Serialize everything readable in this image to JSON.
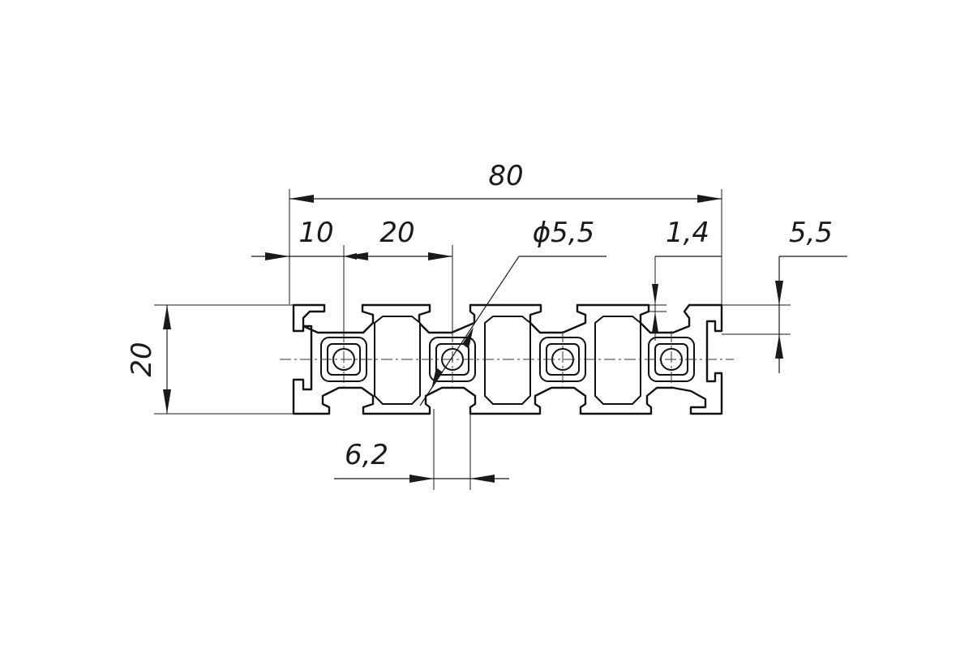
{
  "dimensions": {
    "overall_width": "80",
    "left_offset": "10",
    "pitch": "20",
    "bore_diameter": "ϕ5,5",
    "wall_thickness": "1,4",
    "lip_depth": "5,5",
    "height": "20",
    "slot_width": "6,2"
  },
  "colors": {
    "line": "#1a1a1a",
    "background": "#ffffff"
  }
}
